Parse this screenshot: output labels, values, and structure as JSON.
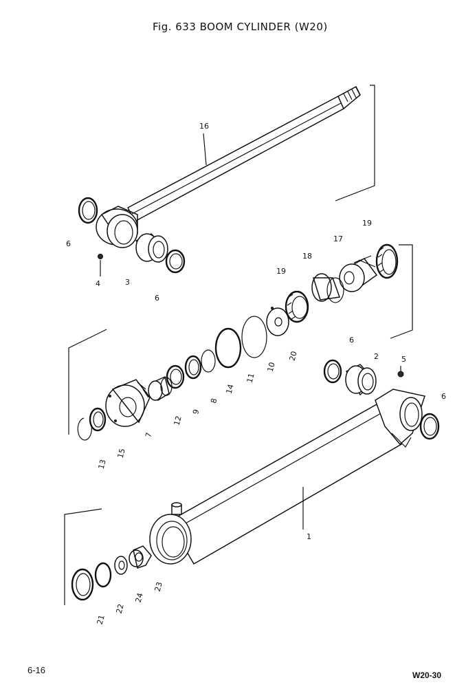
{
  "title": "Fig. 633 BOOM CYLINDER (W20)",
  "page_number": "6-16",
  "page_code": "W20-30",
  "parts": [
    {
      "id": "p16",
      "label": "16"
    },
    {
      "id": "p6a",
      "label": "6"
    },
    {
      "id": "p4",
      "label": "4"
    },
    {
      "id": "p3",
      "label": "3"
    },
    {
      "id": "p6b",
      "label": "6"
    },
    {
      "id": "p19a",
      "label": "19"
    },
    {
      "id": "p17",
      "label": "17"
    },
    {
      "id": "p18",
      "label": "18"
    },
    {
      "id": "p19b",
      "label": "19"
    },
    {
      "id": "p20",
      "label": "20"
    },
    {
      "id": "p10",
      "label": "10"
    },
    {
      "id": "p11",
      "label": "11"
    },
    {
      "id": "p14",
      "label": "14"
    },
    {
      "id": "p8",
      "label": "8"
    },
    {
      "id": "p9",
      "label": "9"
    },
    {
      "id": "p12",
      "label": "12"
    },
    {
      "id": "p7",
      "label": "7"
    },
    {
      "id": "p15",
      "label": "15"
    },
    {
      "id": "p13",
      "label": "13"
    },
    {
      "id": "p6c",
      "label": "6"
    },
    {
      "id": "p2",
      "label": "2"
    },
    {
      "id": "p5",
      "label": "5"
    },
    {
      "id": "p6d",
      "label": "6"
    },
    {
      "id": "p1",
      "label": "1"
    },
    {
      "id": "p21",
      "label": "21"
    },
    {
      "id": "p22",
      "label": "22"
    },
    {
      "id": "p24",
      "label": "24"
    },
    {
      "id": "p23",
      "label": "23"
    }
  ]
}
